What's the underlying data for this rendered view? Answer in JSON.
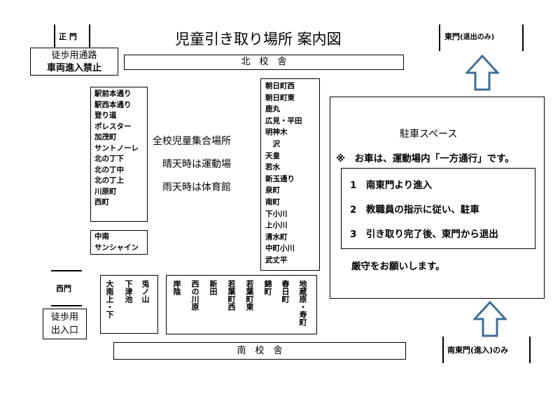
{
  "title": "児童引き取り場所 案内図",
  "gates": {
    "main_gate": "正 門",
    "east_gate": "東門",
    "east_gate_note": "(退出のみ)",
    "west_gate": "西門",
    "south_east_gate": "南東門",
    "south_east_gate_note": "(進入)のみ"
  },
  "walkway": {
    "line1": "徒歩用通路",
    "line2": "車両進入禁止"
  },
  "walk_entrance": {
    "line1": "徒歩用",
    "line2": "出入口"
  },
  "buildings": {
    "north": "北　校　舎",
    "south": "南　校　舎"
  },
  "assembly": {
    "line1": "全校児童集合場所",
    "line2": "晴天時は運動場",
    "line3": "雨天時は体育館"
  },
  "left_areas": [
    "駅前本通り",
    "駅西本通り",
    "登り道",
    "ポレスター",
    "加茂町",
    "サントノーレ",
    "北の丁下",
    "北の丁中",
    "北の丁上",
    "川原町",
    "西町"
  ],
  "left_small_areas": [
    "中南",
    "サンシャイン"
  ],
  "center_areas": [
    "朝日町西",
    "朝日町東",
    "鹿丸",
    "広見・平田",
    "明神木",
    "　沢",
    "天皇",
    "若水",
    "新玉通り",
    "泉町",
    "南町",
    "下小川",
    "上小川",
    "清水町",
    "中町小川",
    "武丈平"
  ],
  "bottom_small_areas": [
    "兎ノ山",
    "下津池",
    "大南上・下"
  ],
  "bottom_areas": [
    "地蔵原・寿町",
    "春日町",
    "錦町",
    "若葉町東",
    "若葉町西",
    "新田",
    "西の川原",
    "岸陰"
  ],
  "parking": {
    "title": "駐車スペース",
    "note": "※　お車は、運動場内「一方通行」です。",
    "steps": [
      "1　南東門より進入",
      "2　教職員の指示に従い、駐車",
      "3　引き取り完了後、東門から退出"
    ],
    "footer": "厳守をお願いします。"
  },
  "colors": {
    "arrow": "#3f6d96"
  }
}
